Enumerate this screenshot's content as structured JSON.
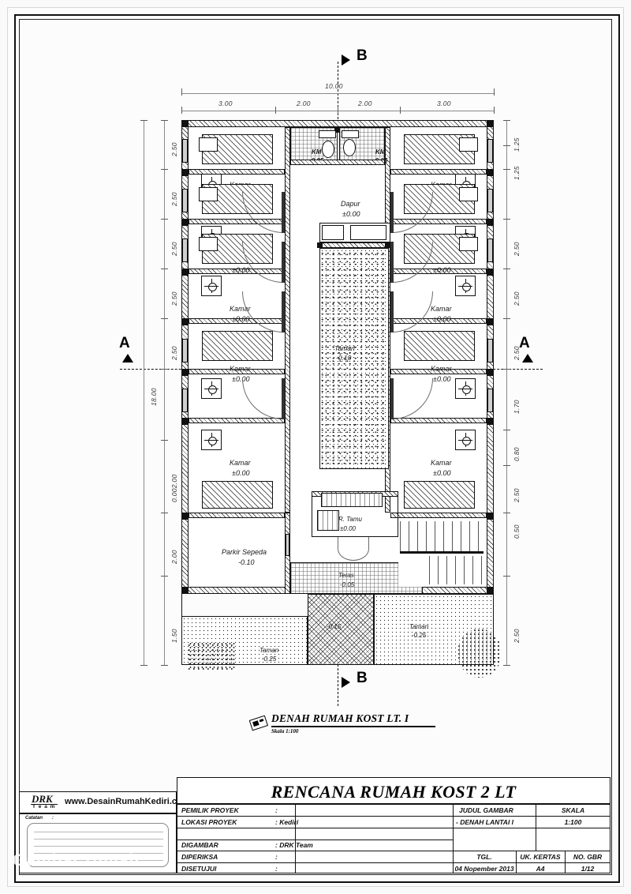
{
  "sheet": {
    "watermark": "Gambar rumah"
  },
  "drawing": {
    "title": "DENAH RUMAH KOST LT. I",
    "scale_note": "Skala 1:100",
    "section_marks": {
      "a_left": "A",
      "a_right": "A",
      "b_top": "B",
      "b_bottom": "B"
    }
  },
  "dimensions": {
    "top_overall": "10.00",
    "top_chain": [
      "3.00",
      "2.00",
      "2.00",
      "3.00"
    ],
    "left_overall": "18.00",
    "left_chain": [
      "2.50",
      "2.50",
      "2.50",
      "2.50",
      "2.50",
      "0.002.00",
      "2.00",
      "1.50"
    ],
    "right_chain": [
      "1.25",
      "1.25",
      "2.50",
      "2.50",
      "2.50",
      "1.70",
      "0.80",
      "2.50",
      "0.50",
      "2.50"
    ]
  },
  "rooms": {
    "left_bedrooms": [
      {
        "name": "Kamar",
        "level": "±0.00"
      },
      {
        "name": "Kamar",
        "level": "±0.00"
      },
      {
        "name": "Kamar",
        "level": "±0.00"
      },
      {
        "name": "Kamar",
        "level": "±0.00"
      },
      {
        "name": "Kamar",
        "level": "±0.00"
      }
    ],
    "right_bedrooms": [
      {
        "name": "Kamar",
        "level": "±0.00"
      },
      {
        "name": "Kamar",
        "level": "±0.00"
      },
      {
        "name": "Kamar",
        "level": "±0.00"
      },
      {
        "name": "Kamar",
        "level": "±0.00"
      },
      {
        "name": "Kamar",
        "level": "±0.00"
      }
    ],
    "bathrooms": [
      {
        "name": "KM",
        "level": "-0.05"
      },
      {
        "name": "KM",
        "level": "-0.05"
      }
    ],
    "kitchen": {
      "name": "Dapur",
      "level": "±0.00"
    },
    "inner_garden": {
      "name": "Taman",
      "level": "-0.10"
    },
    "living": {
      "name": "R. Tamu",
      "level": "±0.00"
    },
    "terrace": {
      "name": "Teras",
      "level": "-0.05"
    },
    "parking": {
      "name": "Parkir Sepeda",
      "level": "-0.10"
    },
    "front_gardens": [
      {
        "name": "Taman",
        "level": "-0.25"
      },
      {
        "name": "Taman",
        "level": "-0.25"
      }
    ],
    "driveway": {
      "level": "-0.15"
    }
  },
  "title_block": {
    "project_title": "RENCANA RUMAH KOST 2 LT",
    "logo": {
      "name": "DRK",
      "sub": "T e a m",
      "website": "www.DesainRumahKediri.com"
    },
    "note_label": "Catatan",
    "note_colon": ":",
    "rows": [
      {
        "label": "PEMILIK PROYEK",
        "value": ":"
      },
      {
        "label": "LOKASI PROYEK",
        "value": ": Kediri"
      },
      {
        "label": "",
        "value": ""
      },
      {
        "label": "DIGAMBAR",
        "value": ": DRK Team"
      },
      {
        "label": "DIPERIKSA",
        "value": ":"
      },
      {
        "label": "DISETUJUI",
        "value": ":"
      }
    ],
    "right": {
      "judul_label": "JUDUL GAMBAR",
      "judul_value": "- DENAH LANTAI I",
      "skala_label": "SKALA",
      "skala_value": "1:100",
      "tgl_label": "TGL.",
      "tgl_value": "04 Nopember 2013",
      "kertas_label": "UK. KERTAS",
      "kertas_value": "A4",
      "nogbr_label": "NO. GBR",
      "nogbr_value": "1/12"
    }
  }
}
